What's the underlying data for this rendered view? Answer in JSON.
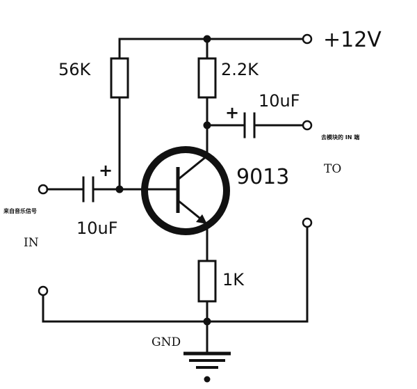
{
  "labels": {
    "supply": "+12V",
    "r_base": "56K",
    "r_collector": "2.2K",
    "c_out": "10uF",
    "out_note": "去模块的 IN 端",
    "out_to": "TO",
    "transistor": "9013",
    "in_note": "来自音乐信号",
    "in": "IN",
    "c_in": "10uF",
    "r_emitter": "1K",
    "gnd": "GND",
    "plus": "+"
  }
}
